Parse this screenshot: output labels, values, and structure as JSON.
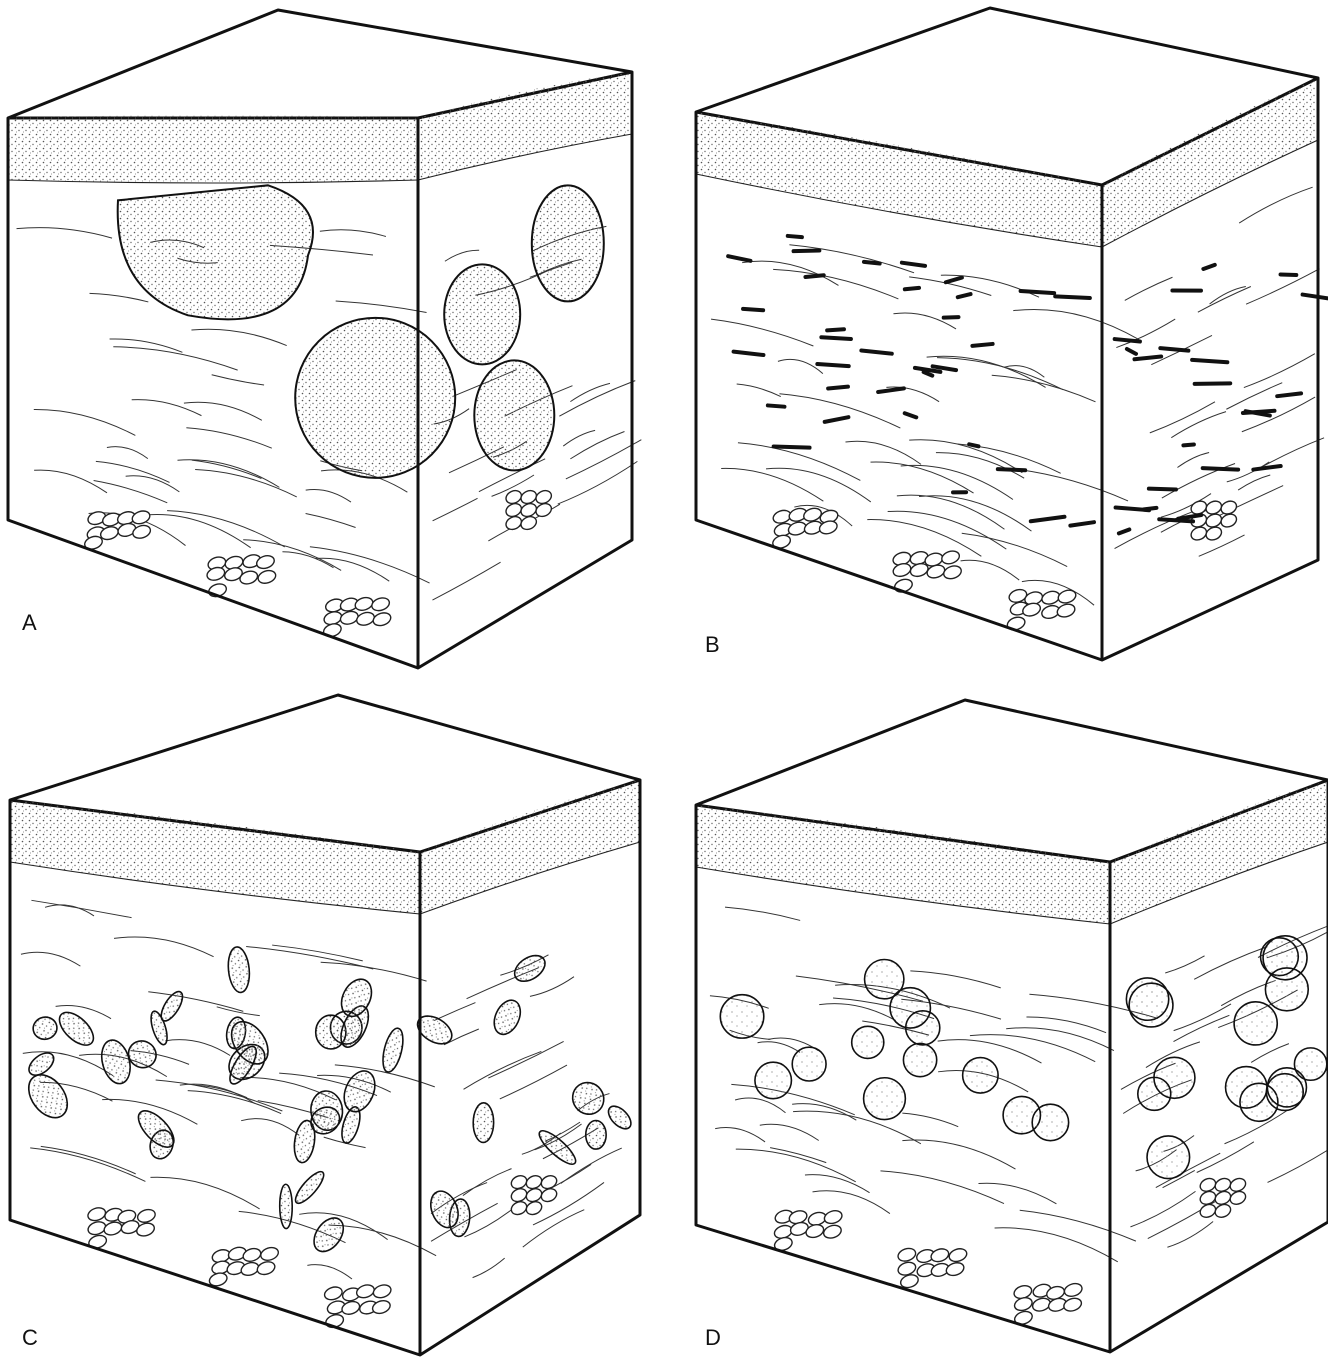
{
  "figure": {
    "panels": [
      {
        "id": "A",
        "label": "A",
        "pattern": "nodular"
      },
      {
        "id": "B",
        "label": "B",
        "pattern": "interstitial"
      },
      {
        "id": "C",
        "label": "C",
        "pattern": "irregular-nests"
      },
      {
        "id": "D",
        "label": "D",
        "pattern": "round-nests"
      }
    ]
  },
  "colors": {
    "ink": "#111111",
    "paper": "#ffffff",
    "stipple": "#555555"
  }
}
